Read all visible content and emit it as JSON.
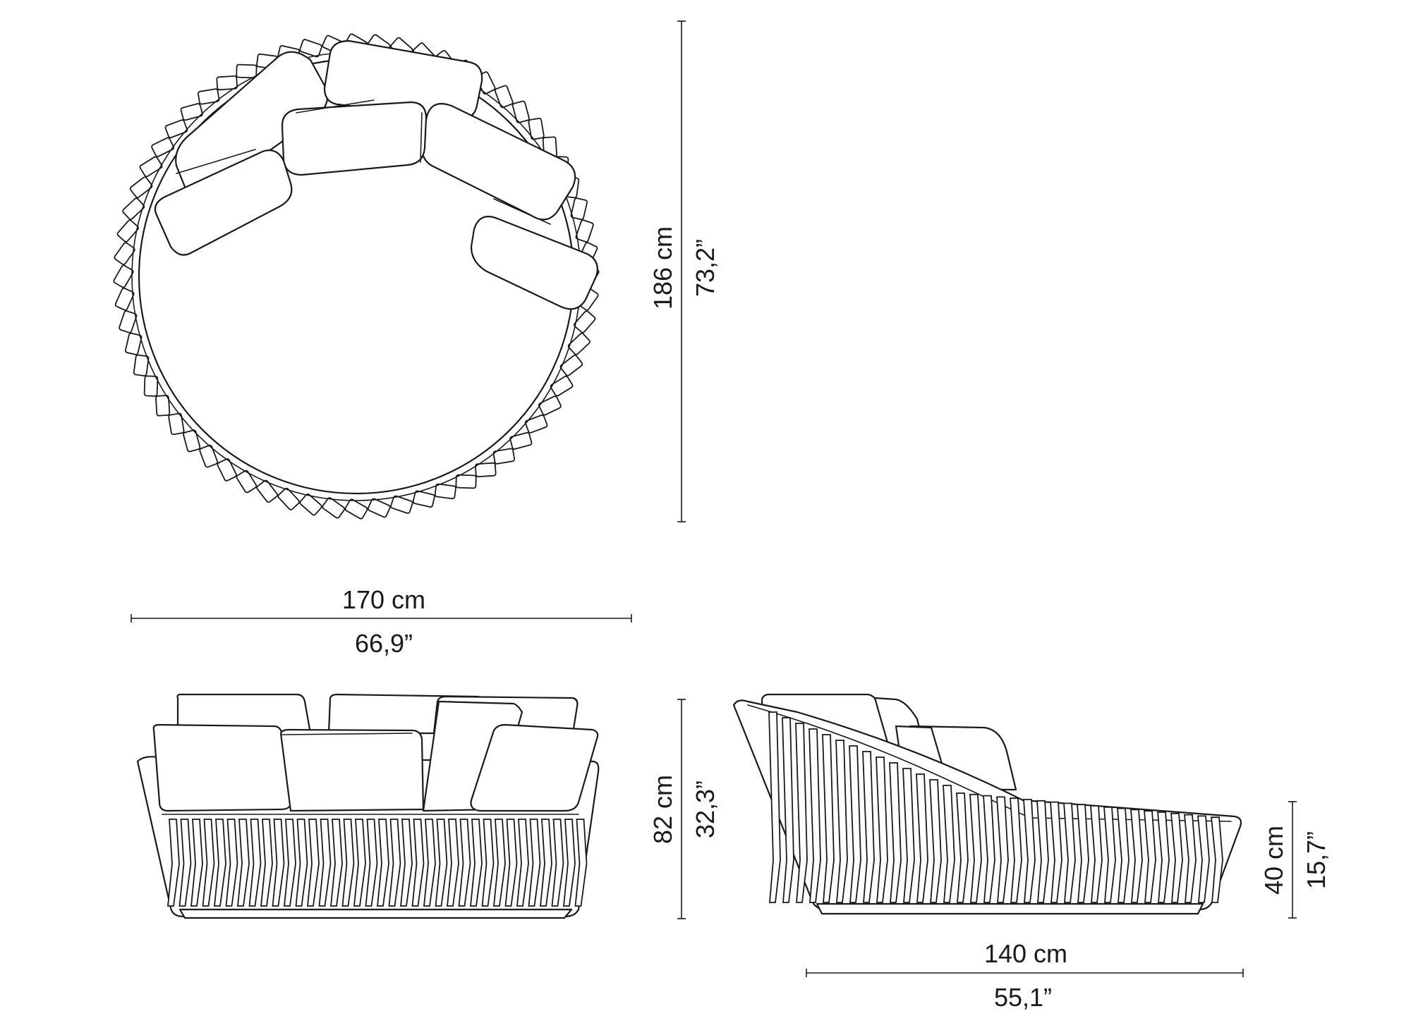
{
  "dimensions": {
    "top_height_cm": "186 cm",
    "top_height_in": "73,2”",
    "width_cm": "170 cm",
    "width_in": "66,9”",
    "front_height_cm": "82 cm",
    "front_height_in": "32,3”",
    "seat_height_cm": "40 cm",
    "seat_height_in": "15,7”",
    "depth_cm": "140 cm",
    "depth_in": "55,1”"
  },
  "colors": {
    "line": "#1a1a1a",
    "background": "#ffffff"
  }
}
